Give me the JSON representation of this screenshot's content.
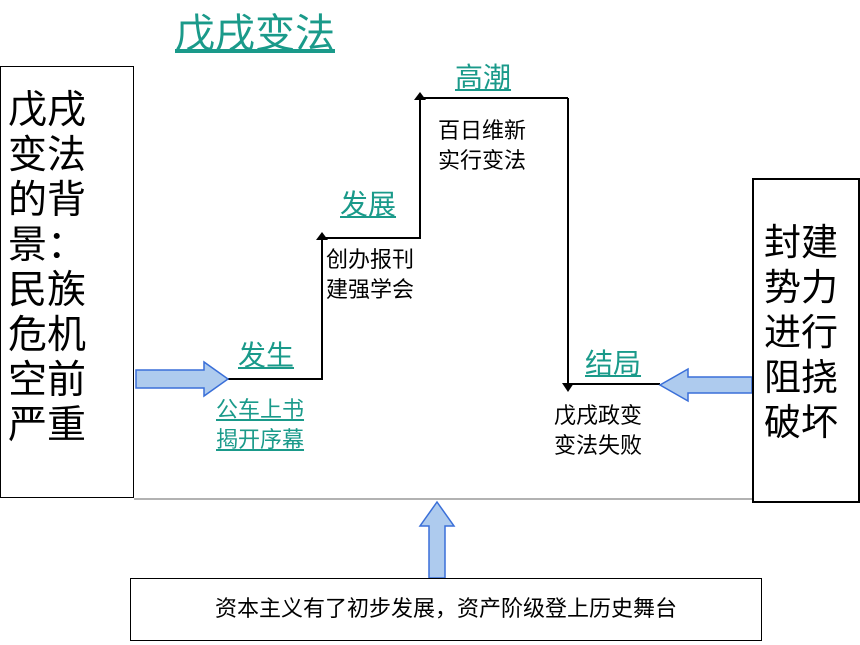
{
  "title": "戊戌变法",
  "background": {
    "text": "戊戌变法的背景：民族危机空前严重"
  },
  "opposition": {
    "text": "封建势力进行阻挠破坏"
  },
  "foundation": {
    "text": "资本主义有了初步发展，资产阶级登上历史舞台"
  },
  "stages": [
    {
      "label": "发生",
      "desc_lines": [
        "公车上书",
        "揭开序幕"
      ]
    },
    {
      "label": "发展",
      "desc_lines": [
        "创办报刊",
        "建强学会"
      ]
    },
    {
      "label": "高潮",
      "desc_lines": [
        "百日维新",
        "实行变法"
      ]
    },
    {
      "label": "结局",
      "desc_lines": [
        "戊戌政变",
        "变法失败"
      ]
    }
  ],
  "colors": {
    "link": "#1a9a8a",
    "arrow_fill": "#aecbee",
    "arrow_stroke": "#3a6fd8"
  }
}
